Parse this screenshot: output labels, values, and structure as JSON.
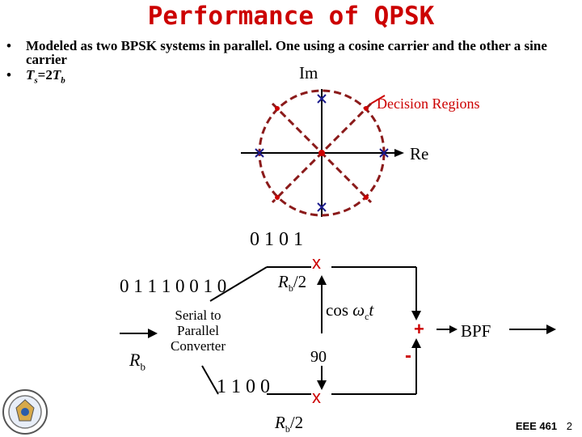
{
  "title": "Performance of QPSK",
  "bullets": [
    {
      "text": "Modeled as two BPSK systems in parallel. One using a cosine carrier and the other a sine carrier"
    },
    {
      "ts": "T",
      "ts_sub": "s",
      "eq": "=2 ",
      "tb": "T",
      "tb_sub": "b"
    }
  ],
  "constellation": {
    "im_label": "Im",
    "re_label": "Re",
    "decision_label": "Decision Regions"
  },
  "block": {
    "input_bits": "0 1 1 1 0 0 1 0",
    "rate_in_R": "R",
    "rate_in_sub": "b",
    "converter_line1": "Serial to",
    "converter_line2": "Parallel",
    "converter_line3": "Converter",
    "upper_bits": "0 1 0 1",
    "lower_bits": "1 1 0 0",
    "upper_rate_R": "R",
    "upper_rate_sub": "b",
    "upper_rate_div": "/2",
    "lower_rate_R": "R",
    "lower_rate_sub": "b",
    "lower_rate_div": "/2",
    "mult_symbol": "x",
    "carrier_cos": "cos ",
    "carrier_omega": "ω",
    "carrier_sub": "c",
    "carrier_t": "t",
    "phase_shift": "90",
    "sum_plus": "+",
    "sum_minus": "-",
    "filter": "BPF"
  },
  "footer": {
    "course": "EEE 461",
    "page": "2"
  },
  "colors": {
    "title": "#cc0000",
    "region": "#8b1a1a",
    "point": "#1a1a8b"
  }
}
